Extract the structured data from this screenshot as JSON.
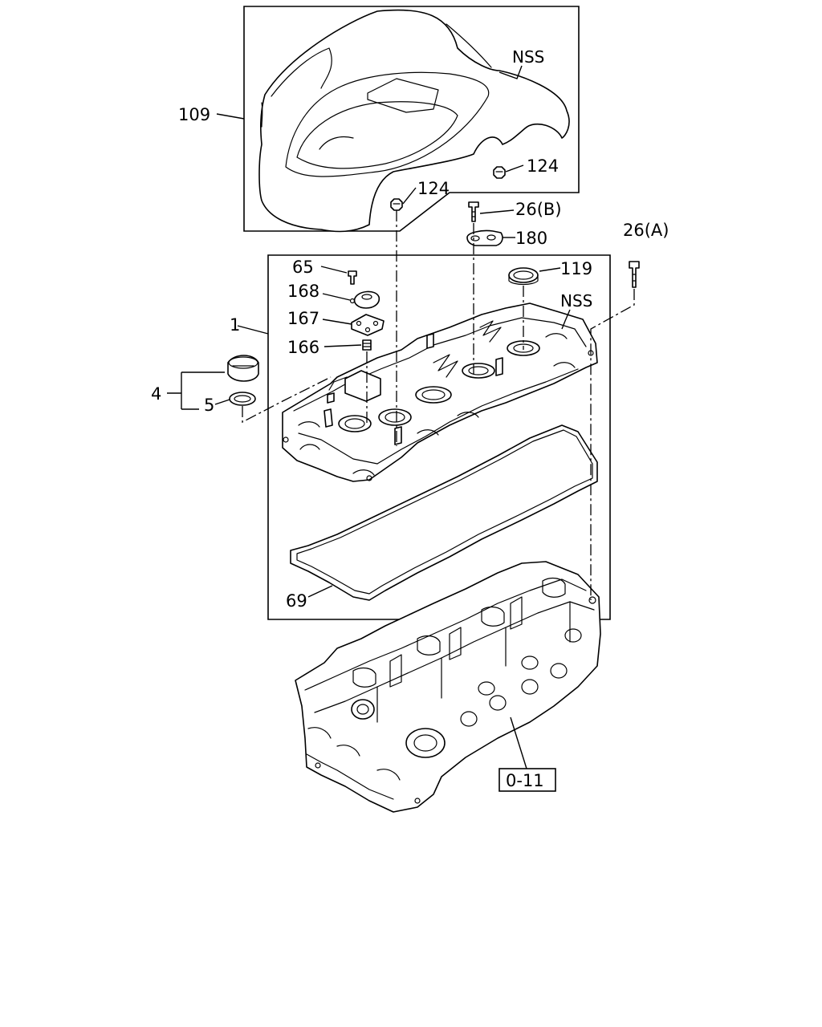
{
  "callouts": {
    "c109": "109",
    "nss_top": "NSS",
    "c124_a": "124",
    "c124_b": "124",
    "c26b": "26(B)",
    "c180": "180",
    "c26a": "26(A)",
    "c65": "65",
    "c119": "119",
    "c168": "168",
    "nss_mid": "NSS",
    "c1": "1",
    "c167": "167",
    "c166": "166",
    "c4": "4",
    "c5": "5",
    "c69": "69",
    "ref_box": "0-11"
  },
  "icons": {
    "engine_cover": "engine-cover-icon",
    "cylinder_head_cover": "cylinder-head-cover-icon",
    "gasket": "gasket-icon",
    "cylinder_head": "cylinder-head-icon"
  }
}
